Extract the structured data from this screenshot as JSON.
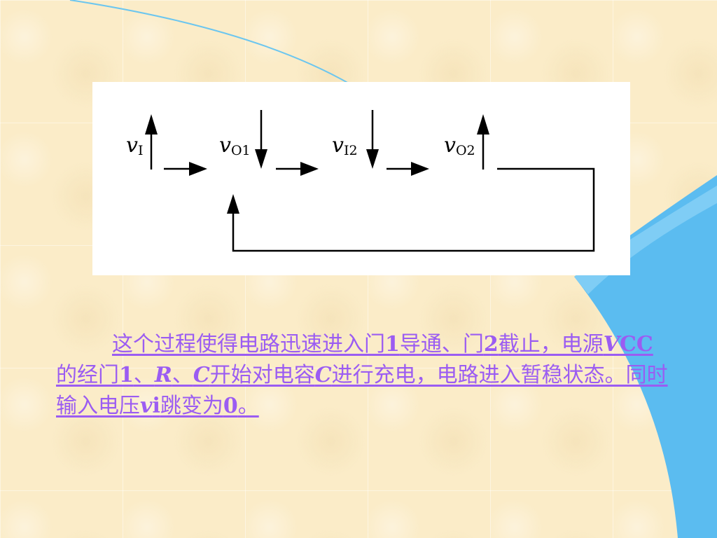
{
  "diagram": {
    "signals": [
      {
        "symbol": "v",
        "subscript": "I",
        "arrow": "up"
      },
      {
        "symbol": "v",
        "subscript": "O1",
        "arrow": "down"
      },
      {
        "symbol": "v",
        "subscript": "I2",
        "arrow": "down"
      },
      {
        "symbol": "v",
        "subscript": "O2",
        "arrow": "up"
      }
    ],
    "colors": {
      "panel": "#ffffff",
      "lines": "#000000",
      "caption_text": "#9b5cf2",
      "decor_blue": "#5bbcf0"
    }
  },
  "caption": {
    "part1": "这个过程使得电路迅速进入门",
    "num1": "1",
    "part2": "导通、门",
    "num2": "2",
    "part3": "截止，电源",
    "vcc_v": "V",
    "vcc_cc": "CC",
    "part4": "的经门",
    "num3": "1",
    "sep1": "、",
    "r": "R",
    "sep2": "、",
    "c1": "C",
    "part5": "开始对电容",
    "c2": "C",
    "part6": "进行充电，电路进入暂稳状态。同时输入电压",
    "vi_v": "v",
    "vi_i": "i",
    "part7": "跳变为",
    "zero": "0",
    "end": "。"
  }
}
